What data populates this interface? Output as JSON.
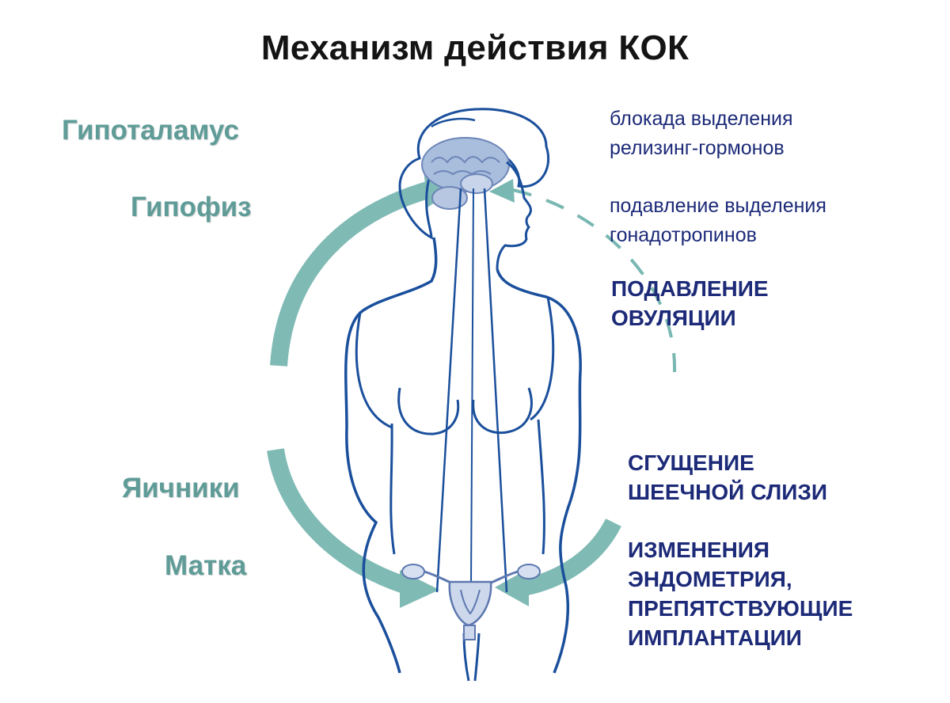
{
  "title": "Механизм действия КОК",
  "organs": {
    "hypothalamus": "Гипоталамус",
    "pituitary": "Гипофиз",
    "ovaries": "Яичники",
    "uterus": "Матка"
  },
  "effects": {
    "releasing_block": [
      "блокада выделения",
      "релизинг-гормонов"
    ],
    "gonadotropin_suppression": [
      "подавление выделения",
      "гонадотропинов"
    ],
    "ovulation_suppression": [
      "ПОДАВЛЕНИЕ",
      "ОВУЛЯЦИИ"
    ],
    "cervical_mucus": [
      "СГУЩЕНИЕ",
      "ШЕЕЧНОЙ СЛИЗИ"
    ],
    "endometrium": [
      "ИЗМЕНЕНИЯ",
      "ЭНДОМЕТРИЯ,",
      "ПРЕПЯТСТВУЮЩИЕ",
      "ИМПЛАНТАЦИИ"
    ]
  },
  "colors": {
    "body_outline": "#1a4f9c",
    "arrow": "#79b7b2",
    "organ_label": "#5f9c98",
    "effect_text": "#1c2a78",
    "brain": "#9fb4d6"
  }
}
